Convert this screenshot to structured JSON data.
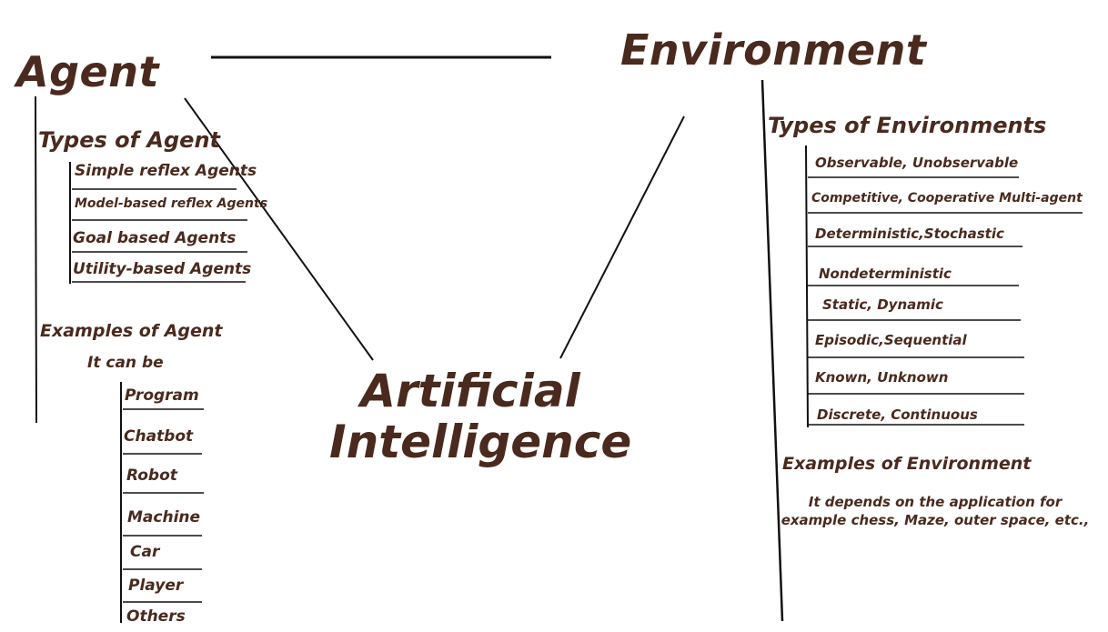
{
  "diagram": {
    "center": {
      "line1": "Artificial",
      "line2": "Intelligence"
    },
    "agent": {
      "title": "Agent",
      "types_heading": "Types of Agent",
      "types": [
        "Simple reflex Agents",
        "Model-based reflex Agents",
        "Goal based  Agents",
        "Utility-based Agents"
      ],
      "examples_heading": "Examples of Agent",
      "examples_intro": "It can be",
      "examples": [
        "Program",
        "Chatbot",
        "Robot",
        "Machine",
        "Car",
        "Player",
        "Others"
      ]
    },
    "environment": {
      "title": "Environment",
      "types_heading": "Types of Environments",
      "types": [
        "Observable, Unobservable",
        "Competitive, Cooperative Multi-agent",
        "Deterministic,Stochastic",
        "Nondeterministic",
        "Static, Dynamic",
        "Episodic,Sequential",
        "Known, Unknown",
        "Discrete, Continuous"
      ],
      "examples_heading": "Examples of Environment",
      "examples_line1": "It depends on the application for",
      "examples_line2": "example chess, Maze, outer space, etc.,"
    },
    "colors": {
      "ink": "#4a2a1e",
      "line": "#111111",
      "background": "#ffffff"
    }
  }
}
